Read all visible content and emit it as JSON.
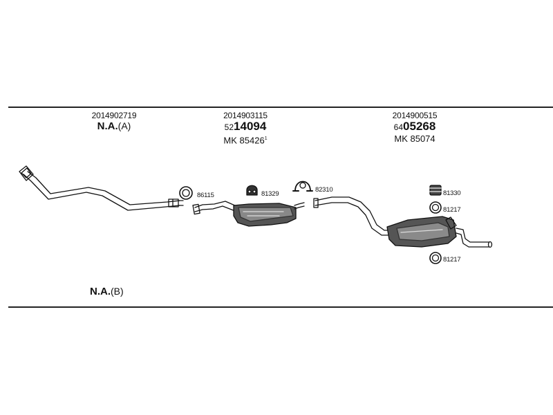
{
  "groups": [
    {
      "part_no": "2014902719",
      "na_prefix": "N.A.",
      "na_suffix": "(A)"
    },
    {
      "part_no": "2014903115",
      "ref_prefix": "52",
      "ref_bold": "14094",
      "mk_label": "MK",
      "mk_value": "85426",
      "mk_sup": "1"
    },
    {
      "part_no": "2014900515",
      "ref_prefix": "64",
      "ref_bold": "05268",
      "mk_label": "MK",
      "mk_value": "85074"
    }
  ],
  "bottom_note": {
    "prefix": "N.A.",
    "suffix": "(B)"
  },
  "fitting_labels": {
    "clamp_ring_1": "86115",
    "bracket_1": "81329",
    "hanger_clamp": "82310",
    "rubber_mount": "81330",
    "ring_upper": "81217",
    "ring_lower": "81217"
  }
}
